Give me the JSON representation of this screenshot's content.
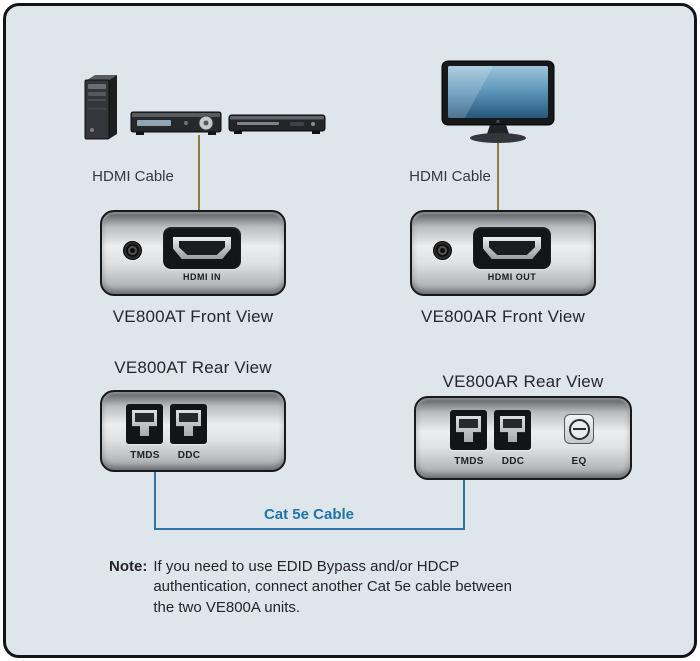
{
  "colors": {
    "background": "#dee5eb",
    "hdmi_line": "#8e7d3e",
    "cat5e_line": "#2e74a4",
    "cat5e_text": "#1f74a8"
  },
  "left_chain": {
    "source_icons": [
      "pc-tower",
      "av-receiver",
      "dvd-player"
    ],
    "cable_label": "HDMI Cable",
    "front": {
      "view_label": "VE800AT Front View",
      "port_label": "HDMI IN"
    },
    "rear": {
      "view_label": "VE800AT Rear View",
      "port_labels": {
        "tmds": "TMDS",
        "ddc": "DDC"
      }
    }
  },
  "right_chain": {
    "source_icons": [
      "tv-monitor"
    ],
    "cable_label": "HDMI Cable",
    "front": {
      "view_label": "VE800AR Front View",
      "port_label": "HDMI OUT"
    },
    "rear": {
      "view_label": "VE800AR Rear View",
      "port_labels": {
        "tmds": "TMDS",
        "ddc": "DDC",
        "eq": "EQ"
      }
    }
  },
  "link": {
    "label": "Cat 5e Cable"
  },
  "note": {
    "label": "Note:",
    "text": "If you need to use EDID Bypass and/or HDCP authentication, connect another Cat 5e cable between the two VE800A units."
  }
}
